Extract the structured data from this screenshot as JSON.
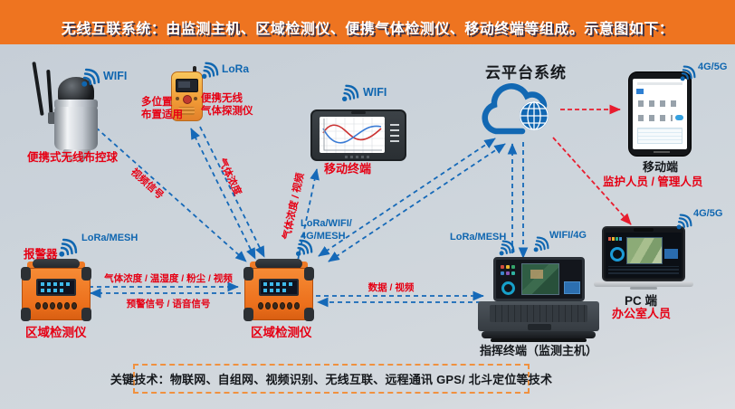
{
  "banner": {
    "title": "无线互联系统：由监测主机、区域检测仪、便携气体检测仪、移动终端等组成。示意图如下："
  },
  "footer": {
    "text": "关键技术：物联网、自组网、视频识别、无线互联、远程通讯 GPS/ 北斗定位等技术"
  },
  "nodes": {
    "camera": {
      "name": "便携式无线布控球",
      "wireless": "WIFI"
    },
    "gas_detector": {
      "name_line1": "便携无线",
      "name_line2": "气体探测仪",
      "wireless": "LoRa",
      "note_line1": "多位置",
      "note_line2": "布置适用"
    },
    "tablet": {
      "name": "移动终端",
      "wireless": "WIFI"
    },
    "cloud": {
      "name": "云平台系统"
    },
    "phone": {
      "name": "移动端",
      "role": "监护人员 / 管理人员",
      "wireless": "4G/5G"
    },
    "alarm": {
      "name": "报警器",
      "wireless": "LoRa/MESH"
    },
    "detector_left": {
      "name": "区域检测仪"
    },
    "detector_center": {
      "name": "区域检测仪",
      "wireless_line1": "LoRa/WIFI/",
      "wireless_line2": "4G/MESH"
    },
    "terminal": {
      "name": "指挥终端（监测主机）",
      "wireless_left": "LoRa/MESH",
      "wireless_right": "WIFI/4G"
    },
    "pc": {
      "name": "PC 端",
      "role": "办公室人员",
      "wireless": "4G/5G"
    }
  },
  "links": {
    "video_signal": "视频信号",
    "gas_concentration": "气体浓度",
    "gas_video": "气体浓度 / 视频",
    "sensor_data": "气体浓度 / 温湿度 / 粉尘 / 视频",
    "warning_signal": "预警信号 / 语音信号",
    "data_video": "数据 / 视频"
  },
  "colors": {
    "banner_bg": "#ee7420",
    "background": "#ccd4db",
    "arrow_blue": "#1569b8",
    "arrow_red": "#e81c2e",
    "label_red": "#e60014",
    "label_blue": "#0f66b0",
    "text_dark": "#15181c",
    "device_orange": "#ee7a26"
  },
  "icons": {
    "wifi-icon": "radiating signal arcs with dot",
    "cloud-icon": "blue cloud outline",
    "globe-icon": "blue gridded sphere"
  }
}
